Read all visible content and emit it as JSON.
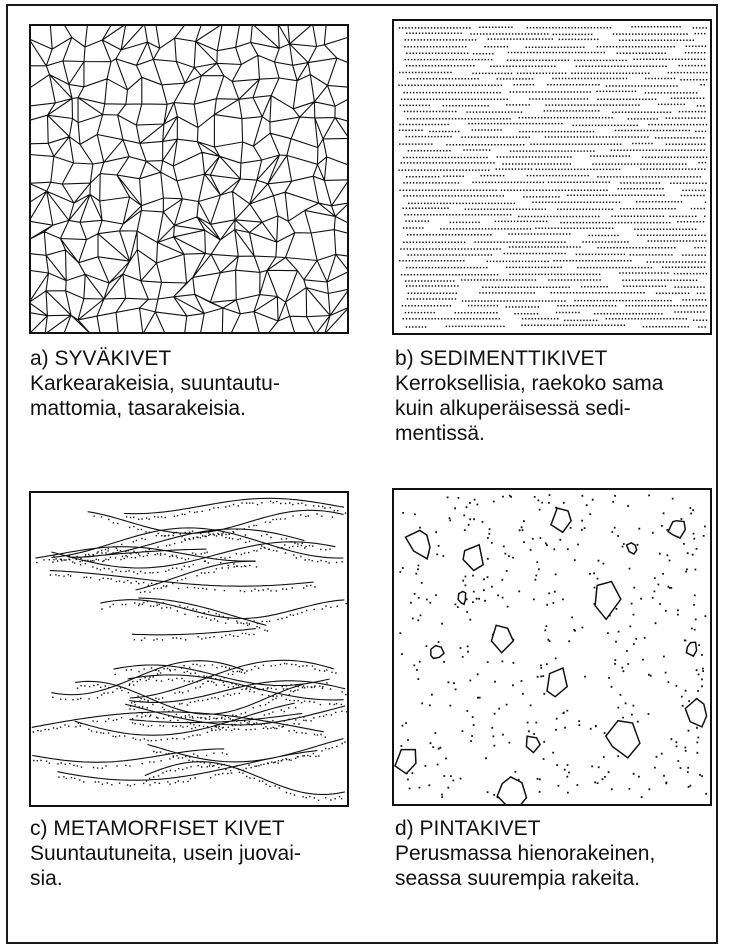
{
  "panels": {
    "a": {
      "title": "a) SYVÄKIVET",
      "lines": [
        "Karkearakeisia, suuntautu-",
        "mattomia, tasarakeisia."
      ]
    },
    "b": {
      "title": "b) SEDIMENTTIKIVET",
      "lines": [
        "Kerroksellisia, raekoko sama",
        "kuin alkuperäisessä sedi-",
        "mentissä."
      ]
    },
    "c": {
      "title": "c) METAMORFISET KIVET",
      "lines": [
        "Suuntautuneita, usein juovai-",
        "sia."
      ]
    },
    "d": {
      "title": "d) PINTAKIVET",
      "lines": [
        "Perusmassa hienorakeinen,",
        "seassa suurempia rakeita."
      ]
    }
  },
  "colors": {
    "ink": "#111111",
    "paper": "#ffffff"
  }
}
